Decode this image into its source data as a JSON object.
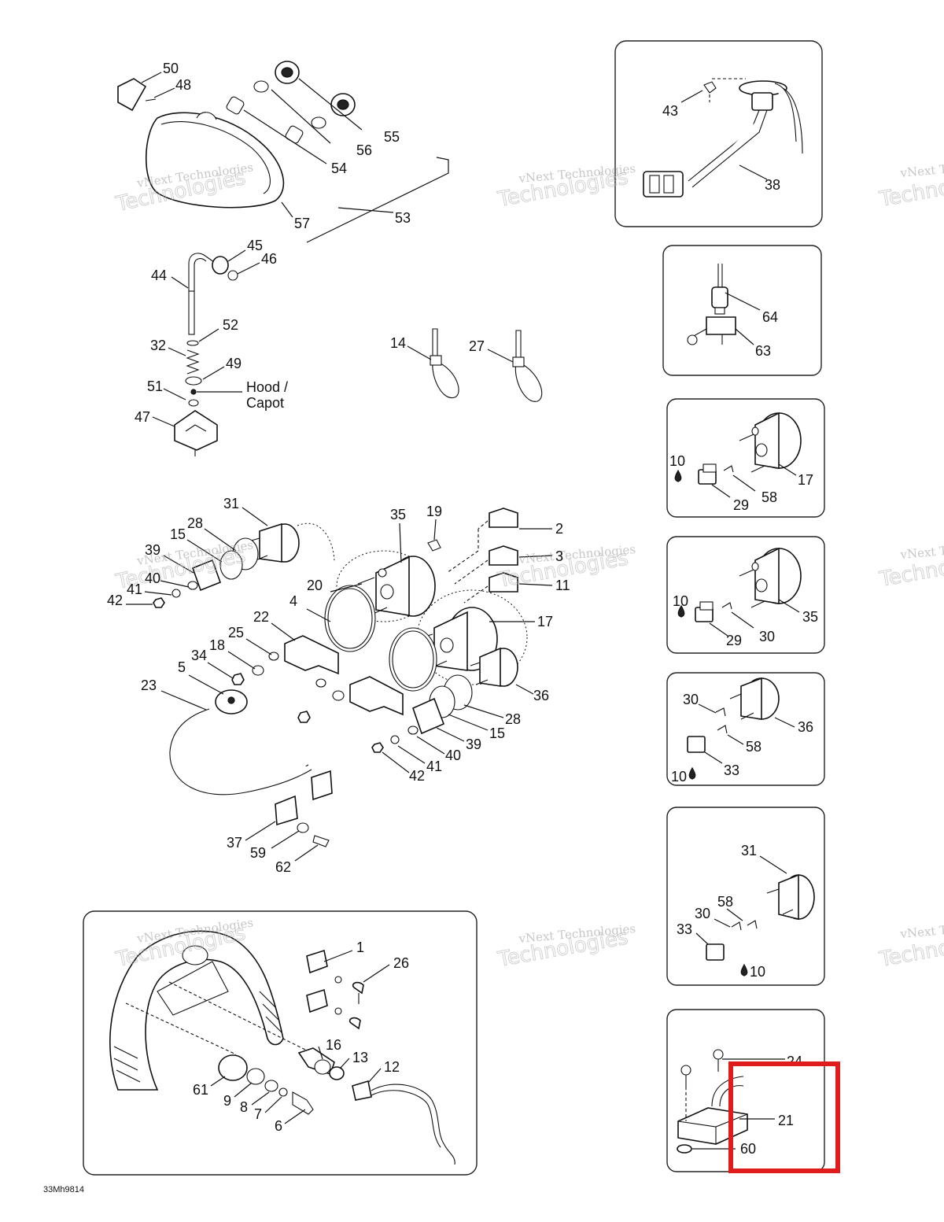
{
  "diagram_code": "33Mh9814",
  "hood_label": [
    "Hood /",
    "Capot"
  ],
  "watermark": {
    "line1": "vNext Technologies",
    "line2": "Technologies"
  },
  "highlight_color": "#e01b1b",
  "labels": [
    "50",
    "48",
    "55",
    "56",
    "54",
    "57",
    "53",
    "43",
    "38",
    "45",
    "46",
    "44",
    "52",
    "32",
    "49",
    "51",
    "47",
    "14",
    "27",
    "64",
    "63",
    "10",
    "29",
    "58",
    "17",
    "10",
    "29",
    "30",
    "35",
    "30",
    "58",
    "33",
    "10",
    "36",
    "31",
    "58",
    "30",
    "33",
    "10",
    "24",
    "21",
    "60",
    "31",
    "28",
    "15",
    "39",
    "40",
    "41",
    "42",
    "35",
    "19",
    "2",
    "3",
    "11",
    "17",
    "20",
    "4",
    "22",
    "25",
    "18",
    "34",
    "5",
    "23",
    "36",
    "28",
    "15",
    "39",
    "40",
    "41",
    "42",
    "37",
    "59",
    "62",
    "1",
    "26",
    "16",
    "13",
    "12",
    "61",
    "9",
    "8",
    "7",
    "6"
  ]
}
